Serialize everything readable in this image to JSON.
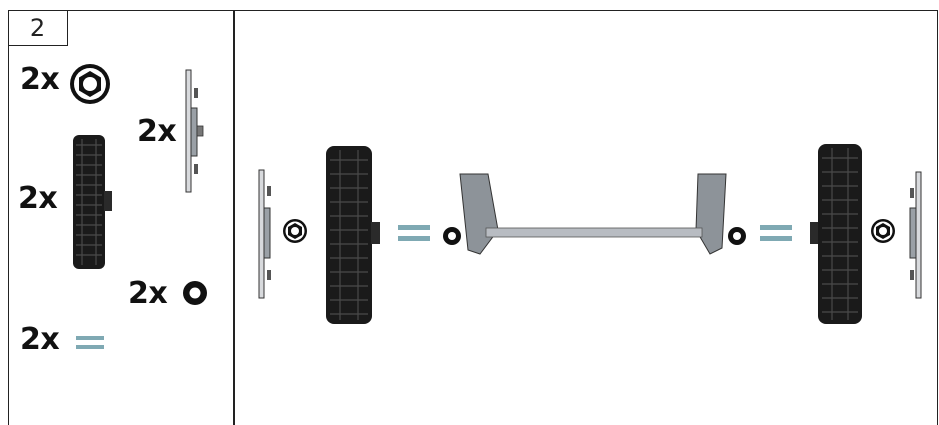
{
  "step": {
    "number": "2"
  },
  "parts_list": {
    "items": [
      {
        "quantity": "2x",
        "part": "hex-nut"
      },
      {
        "quantity": "2x",
        "part": "hubcap"
      },
      {
        "quantity": "2x",
        "part": "wheel"
      },
      {
        "quantity": "2x",
        "part": "washer"
      },
      {
        "quantity": "2x",
        "part": "spacer-tube"
      }
    ]
  },
  "colors": {
    "tire": "#1a1a1a",
    "tread": "#3a3a3a",
    "metal": "#b8bcc2",
    "line": "#222222"
  }
}
